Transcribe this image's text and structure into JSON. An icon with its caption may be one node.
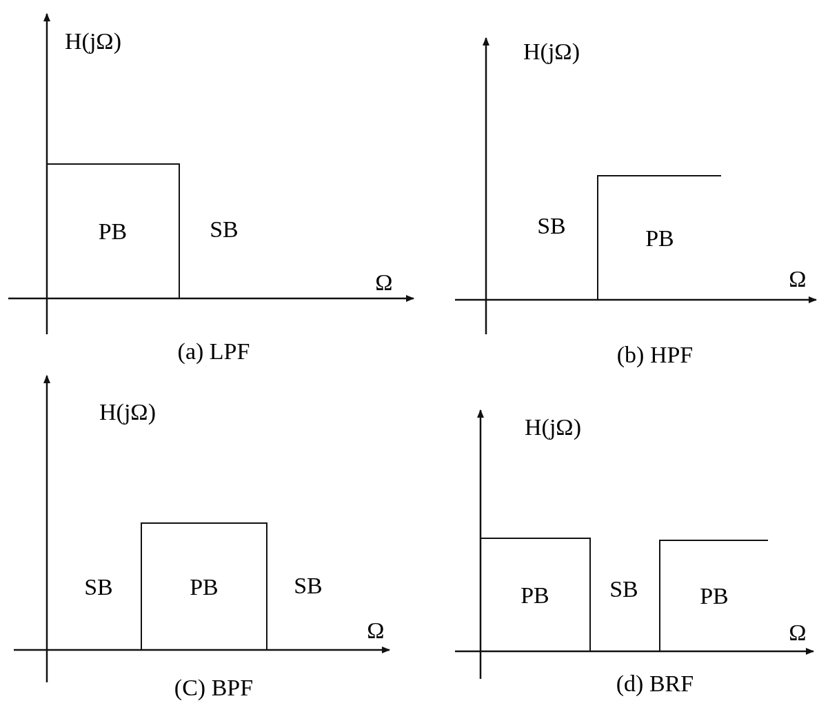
{
  "diagram": {
    "nodes": [
      {
        "text": [
          "PB"
        ]
      },
      {
        "text": [
          "PB"
        ]
      },
      {
        "text": [
          "PB"
        ]
      },
      {
        "text": [
          "PB"
        ]
      },
      {
        "text": [
          "PB"
        ]
      }
    ],
    "labels": [
      "H(jΩ)",
      "SB",
      "Ω",
      "(a) LPF",
      "H(jΩ)",
      "SB",
      "Ω",
      "(b) HPF",
      "H(jΩ)",
      "SB",
      "SB",
      "Ω",
      "(C) BPF",
      "H(jΩ)",
      "SB",
      "Ω",
      "(d) BRF"
    ]
  }
}
